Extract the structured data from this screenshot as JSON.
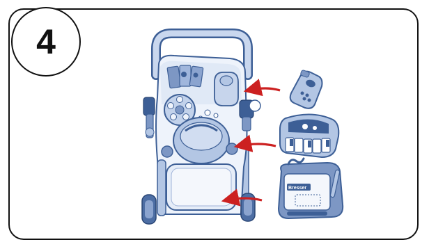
{
  "step": {
    "number": "4"
  },
  "board": {
    "brand": "Bresser"
  },
  "colors": {
    "frame": "#111111",
    "toy_outline": "#3d5f96",
    "toy_fill_light": "#e3ebf7",
    "toy_fill_mid": "#b3c6e4",
    "toy_fill_dark": "#7d97c4",
    "arrow": "#cc2020"
  },
  "icons": {
    "main_object": "baby-walker",
    "parts": [
      "phone-toy",
      "piano-keys-toy",
      "magnetic-drawing-board"
    ],
    "arrows": "red-curved-arrow"
  }
}
